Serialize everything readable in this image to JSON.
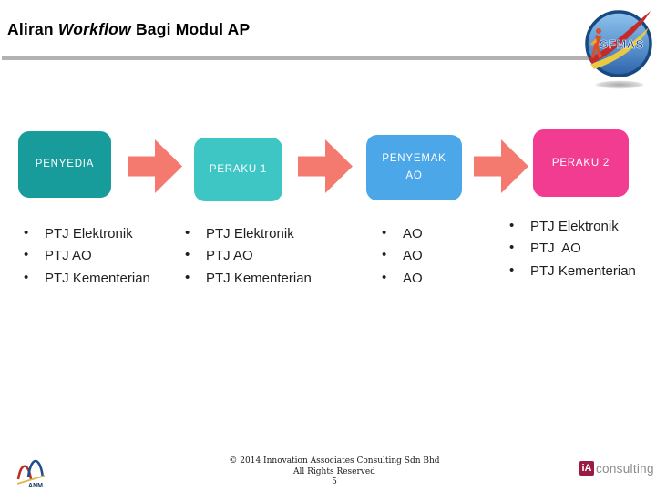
{
  "title": {
    "prefix": "Aliran ",
    "italic": "Workflow",
    "suffix": " Bagi Modul AP"
  },
  "flow": {
    "arrow_color": "#F4796F",
    "stages": [
      {
        "label_line1": "PENYEDIA",
        "label_line2": "",
        "color": "#189B9B",
        "items": [
          "PTJ Elektronik",
          "PTJ AO",
          "PTJ Kementerian"
        ]
      },
      {
        "label_line1": "PERAKU 1",
        "label_line2": "",
        "color": "#3DC6C3",
        "items": [
          "PTJ Elektronik",
          "PTJ AO",
          "PTJ Kementerian"
        ]
      },
      {
        "label_line1": "PENYEMAK",
        "label_line2": "AO",
        "color": "#4BA7E8",
        "items": [
          "AO",
          "AO",
          "AO"
        ]
      },
      {
        "label_line1": "PERAKU 2",
        "label_line2": "",
        "color": "#F23C92",
        "items": [
          "PTJ Elektronik",
          "PTJ  AO",
          "PTJ Kementerian"
        ]
      }
    ]
  },
  "footer": {
    "copyright": "© 2014 Innovation Associates Consulting Sdn Bhd",
    "rights": "All Rights Reserved",
    "page_number": "5"
  },
  "logos": {
    "gfmas": {
      "text": "GFMAS"
    },
    "anm": {
      "text": "ANM"
    },
    "ia": {
      "badge": "iA",
      "text": "consulting"
    }
  },
  "colors": {
    "divider": "#B2B2B2",
    "title_text": "#000000",
    "list_text": "#1F1F1F",
    "ia_badge": "#991C45"
  }
}
